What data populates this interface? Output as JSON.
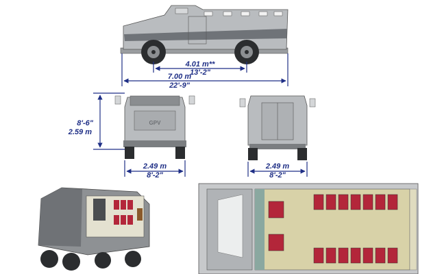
{
  "dimensions": {
    "wheelbase_m": "4.01 m**",
    "wheelbase_ft": "13'-2\"",
    "length_m": "7.00 m",
    "length_ft": "22'-9\"",
    "height_ft": "8'-6\"",
    "height_m": "2.59 m",
    "front_width_m": "2.49 m",
    "front_width_ft": "8'-2\"",
    "rear_width_m": "2.49 m",
    "rear_width_ft": "8'-2\""
  },
  "vehicle": {
    "front_badge": "GPV"
  },
  "colors": {
    "dimension_line": "#1f2f86",
    "body_gray": "#b9bcbf",
    "stripe_gray": "#6f7378",
    "tire_dark": "#2b2d2f",
    "seat_red": "#b3263a",
    "floor": "#d8d2a8"
  }
}
